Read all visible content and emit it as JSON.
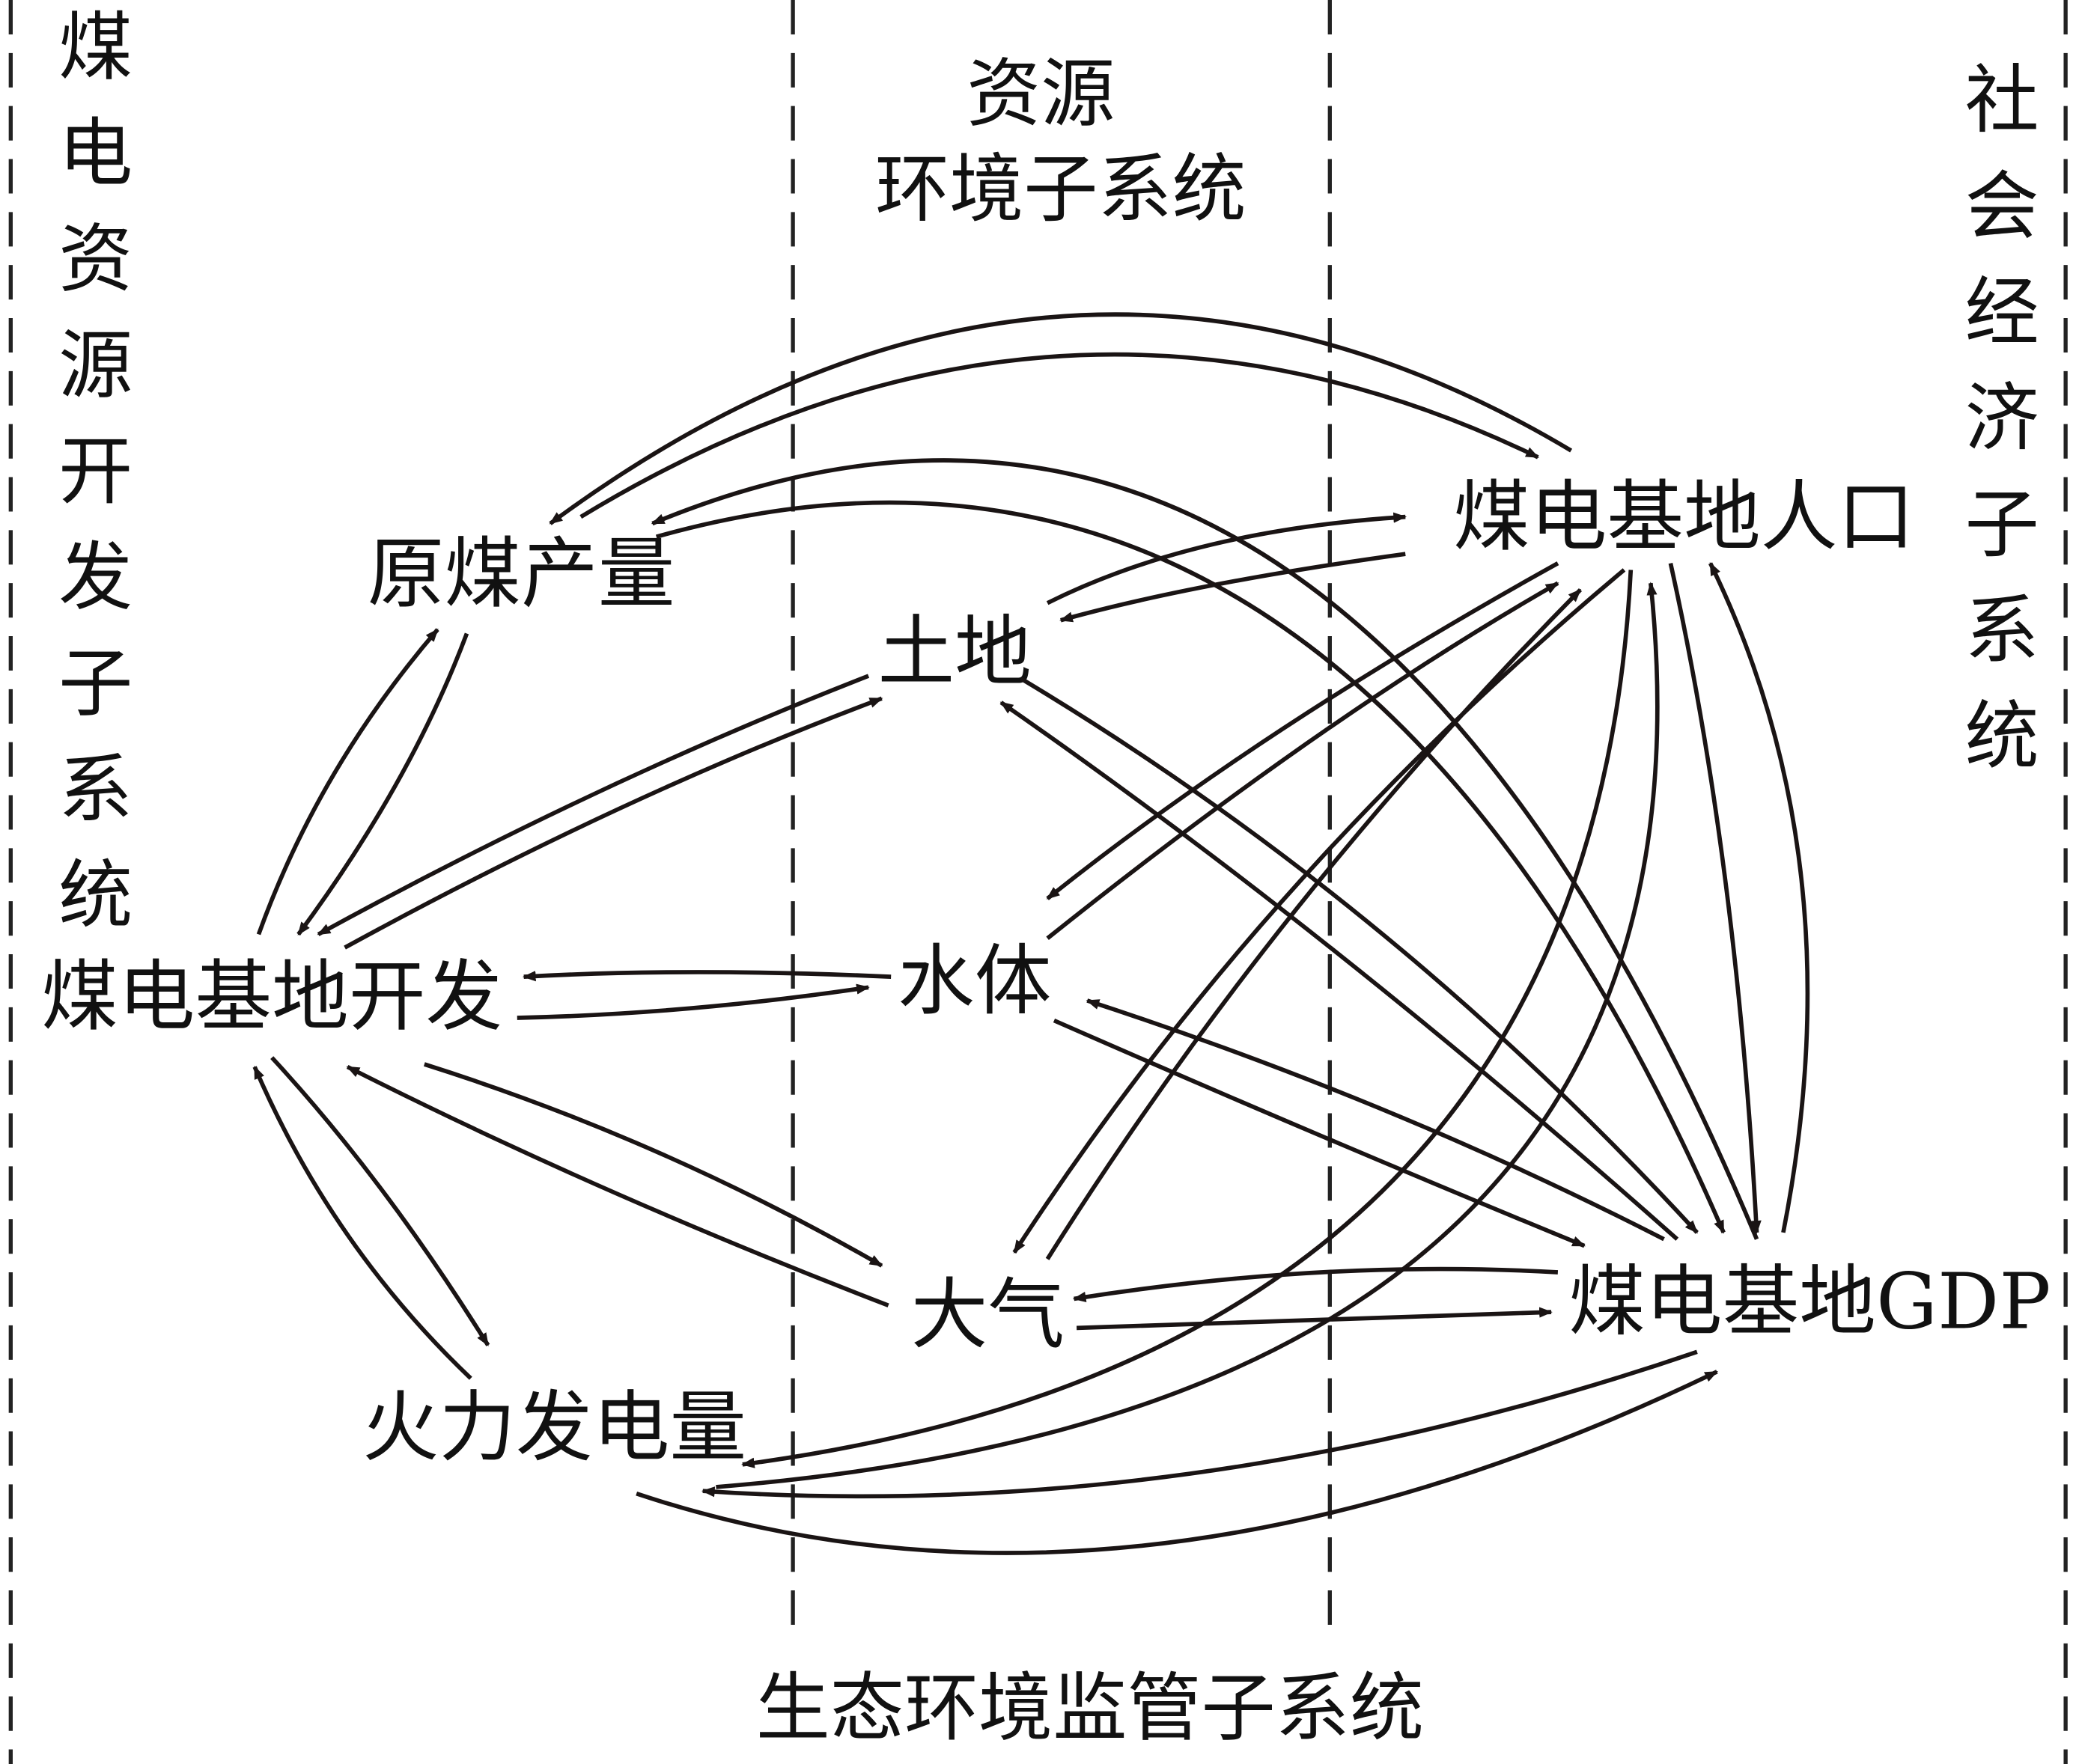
{
  "headers": {
    "left": [
      "煤",
      "电",
      "资",
      "源",
      "开",
      "发",
      "子",
      "系",
      "统"
    ],
    "middle_line1": "资源",
    "middle_line2": "环境子系统",
    "right": [
      "社",
      "会",
      "经",
      "济",
      "子",
      "系",
      "统"
    ],
    "bottom": "生态环境监管子系统"
  },
  "nodes": {
    "raw_coal": "原煤产量",
    "land": "土地",
    "water": "水体",
    "air": "大气",
    "base_dev": "煤电基地开发",
    "thermal_power": "火力发电量",
    "population": "煤电基地人口",
    "gdp": "煤电基地GDP"
  }
}
